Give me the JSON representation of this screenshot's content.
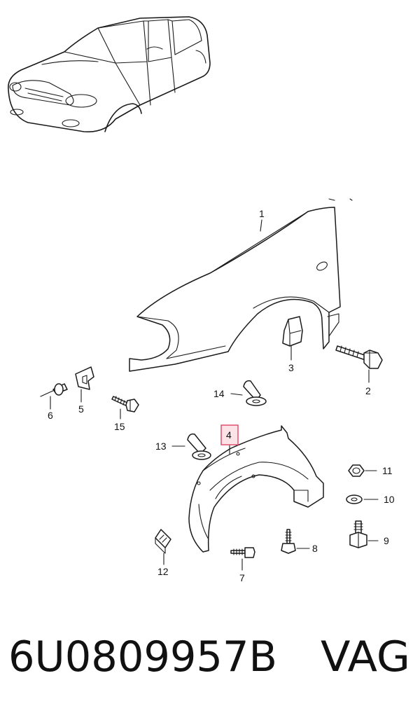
{
  "callouts": {
    "c1": "1",
    "c2": "2",
    "c3": "3",
    "c4": "4",
    "c5": "5",
    "c6": "6",
    "c7": "7",
    "c8": "8",
    "c9": "9",
    "c10": "10",
    "c11": "11",
    "c12": "12",
    "c13": "13",
    "c14": "14",
    "c15": "15"
  },
  "highlight": {
    "color": "#e0506e",
    "fill": "#fbe3e8"
  },
  "footer": {
    "part_number": "6U0809957B",
    "brand": "VAG"
  }
}
